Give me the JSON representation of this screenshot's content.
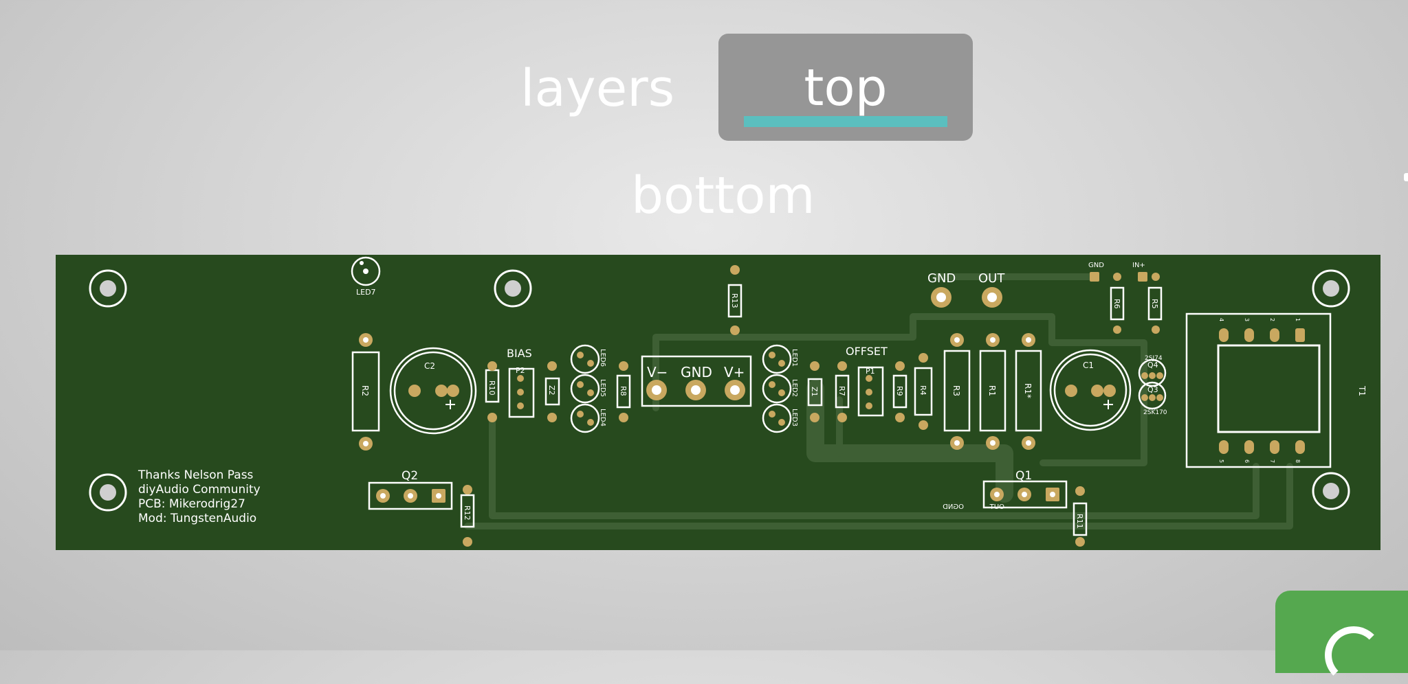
{
  "layers": {
    "label": "layers",
    "tabs": [
      {
        "label": "top",
        "active": true
      },
      {
        "label": "bottom",
        "active": false
      }
    ],
    "active_underline_color": "#5bbfbf"
  },
  "pcb": {
    "board_color": "#274a1e",
    "trace_color": "#3e5f34",
    "pad_color": "#c9a860",
    "silk_color": "#ffffff",
    "credits": [
      "Thanks Nelson Pass",
      "diyAudio Community",
      "PCB: Mikerodrig27",
      "Mod: TungstenAudio"
    ],
    "labels": {
      "led7": "LED7",
      "q2": "Q2",
      "q1": "Q1",
      "c2": "C2",
      "c1": "C1",
      "r2": "R2",
      "r10": "R10",
      "bias": "BIAS",
      "p2": "P2",
      "z2": "Z2",
      "led6": "LED6",
      "led5": "LED5",
      "led4": "LED4",
      "r8": "R8",
      "v_minus": "V−",
      "gnd": "GND",
      "v_plus": "V+",
      "r13": "R13",
      "led1": "LED1",
      "led2": "LED2",
      "led3": "LED3",
      "z1": "Z1",
      "r7": "R7",
      "offset": "OFFSET",
      "p1": "P1",
      "r9": "R9",
      "r4": "R4",
      "gnd_top": "GND",
      "out_top": "OUT",
      "r3": "R3",
      "r1": "R1",
      "r1_star": "R1*",
      "gnd_small": "GND",
      "in_plus": "IN+",
      "r6": "R6",
      "r5": "R5",
      "q4": "Q4",
      "q3": "Q3",
      "part_2sj74": "2SJ74",
      "part_2sk170": "2SK170",
      "t1": "T1",
      "r12": "R12",
      "r11": "R11",
      "ognd_mirror": "OGND",
      "out_mirror": "OUT",
      "pin1": "1",
      "pin2": "2",
      "pin3": "3",
      "pin4": "4",
      "pin5": "5",
      "pin6": "6",
      "pin7": "7",
      "pin8": "8"
    }
  }
}
